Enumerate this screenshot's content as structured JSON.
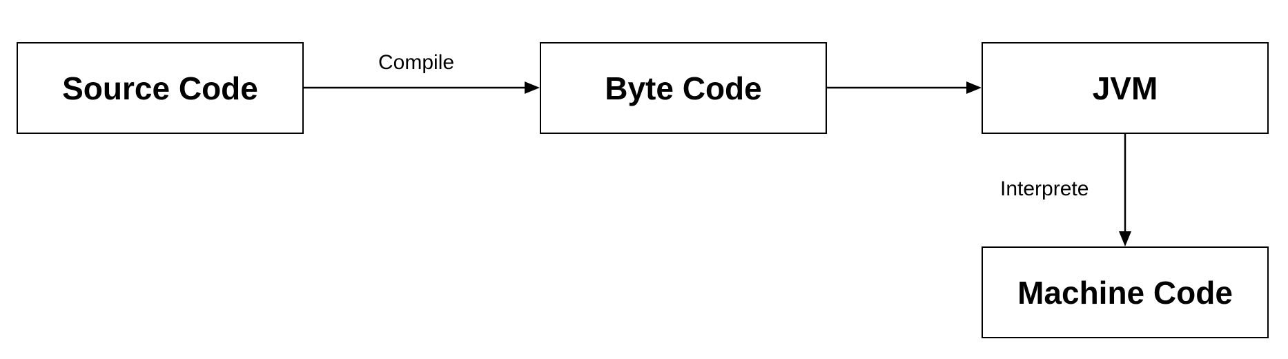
{
  "diagram": {
    "nodes": [
      {
        "id": "source",
        "label": "Source Code"
      },
      {
        "id": "byte",
        "label": "Byte Code"
      },
      {
        "id": "jvm",
        "label": "JVM"
      },
      {
        "id": "machine",
        "label": "Machine Code"
      }
    ],
    "edges": [
      {
        "from": "source",
        "to": "byte",
        "label": "Compile"
      },
      {
        "from": "byte",
        "to": "jvm",
        "label": ""
      },
      {
        "from": "jvm",
        "to": "machine",
        "label": "Interprete"
      }
    ]
  },
  "colors": {
    "stroke": "#000000",
    "background": "#ffffff"
  }
}
